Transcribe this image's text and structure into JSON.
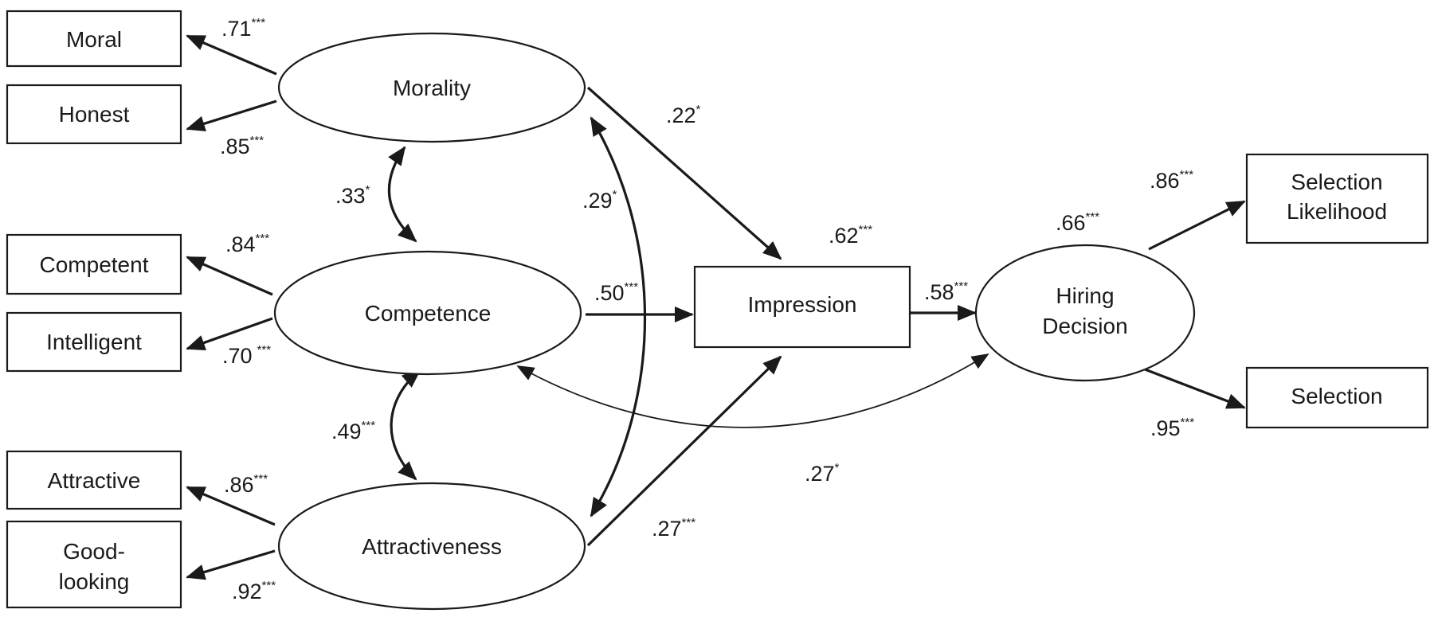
{
  "diagram": {
    "colors": {
      "ink": "#1a1a1a",
      "background": "#ffffff"
    },
    "latent": {
      "morality": "Morality",
      "competence": "Competence",
      "attractiveness": "Attractiveness",
      "hiring": {
        "line1": "Hiring",
        "line2": "Decision"
      }
    },
    "observed": {
      "moral": "Moral",
      "honest": "Honest",
      "competent": "Competent",
      "intelligent": "Intelligent",
      "attractive": "Attractive",
      "good_looking": {
        "line1": "Good-",
        "line2": "looking"
      },
      "impression": "Impression",
      "selection_likelihood": {
        "line1": "Selection",
        "line2": "Likelihood"
      },
      "selection": "Selection"
    },
    "coefficients": {
      "moral": {
        "value": ".71",
        "sig": "***"
      },
      "honest": {
        "value": ".85",
        "sig": "***"
      },
      "competent": {
        "value": ".84",
        "sig": "***"
      },
      "intelligent": {
        "value": ".70",
        "sig": "***"
      },
      "attractive": {
        "value": ".86",
        "sig": "***"
      },
      "good_looking": {
        "value": ".92",
        "sig": "***"
      },
      "morality_competence": {
        "value": ".33",
        "sig": "*"
      },
      "competence_attractiveness": {
        "value": ".49",
        "sig": "***"
      },
      "morality_attractiveness": {
        "value": ".29",
        "sig": "*"
      },
      "morality_impression": {
        "value": ".22",
        "sig": "*"
      },
      "competence_impression": {
        "value": ".50",
        "sig": "***"
      },
      "attractiveness_impression": {
        "value": ".27",
        "sig": "***"
      },
      "impression_r2": {
        "value": ".62",
        "sig": "***"
      },
      "impression_hiring": {
        "value": ".58",
        "sig": "***"
      },
      "hiring_r2": {
        "value": ".66",
        "sig": "***"
      },
      "selection_likelihood": {
        "value": ".86",
        "sig": "***"
      },
      "selection": {
        "value": ".95",
        "sig": "***"
      },
      "competence_hiring": {
        "value": ".27",
        "sig": "*"
      }
    }
  }
}
